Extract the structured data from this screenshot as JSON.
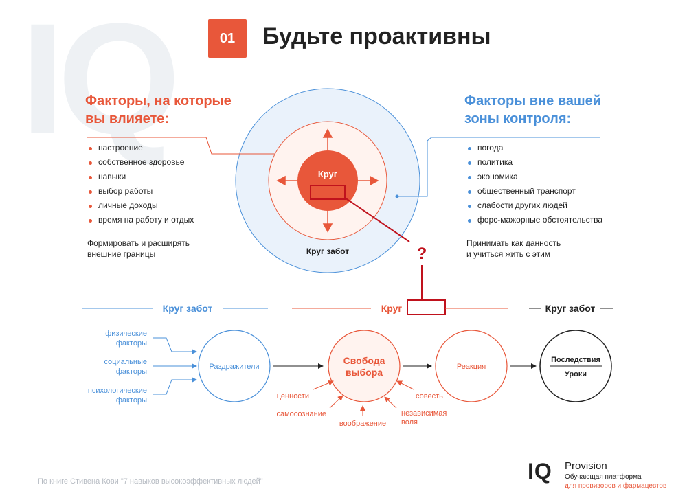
{
  "watermark": "IQ",
  "badge": "01",
  "title": "Будьте проактивны",
  "left": {
    "heading_line1": "Факторы, на которые",
    "heading_line2": "вы влияете:",
    "items": [
      "настроение",
      "собственное здоровье",
      "навыки",
      "выбор работы",
      "личные доходы",
      "время на работу и отдых"
    ],
    "note_line1": "Формировать и расширять",
    "note_line2": "внешние границы"
  },
  "right": {
    "heading_line1": "Факторы вне вашей",
    "heading_line2": "зоны контроля:",
    "items": [
      "погода",
      "политика",
      "экономика",
      "общественный транспорт",
      "слабости других людей",
      "форс-мажорные обстоятельства"
    ],
    "note_line1": "Принимать как данность",
    "note_line2": "и учиться жить с этим"
  },
  "circles": {
    "center_label": "Круг",
    "outer_label": "Круг забот",
    "question": "?"
  },
  "flow": {
    "section_left": "Круг забот",
    "section_mid": "Круг",
    "section_right": "Круг забот",
    "inputs": [
      {
        "line1": "физические",
        "line2": "факторы"
      },
      {
        "line1": "социальные",
        "line2": "факторы"
      },
      {
        "line1": "психологические",
        "line2": "факторы"
      }
    ],
    "stimuli": "Раздражители",
    "freedom_line1": "Свобода",
    "freedom_line2": "выбора",
    "reaction": "Реакция",
    "consequences": "Последствия",
    "lessons": "Уроки",
    "influences": {
      "values": "ценности",
      "self_awareness": "самосознание",
      "imagination": "воображение",
      "independent_line1": "независимая",
      "independent_line2": "воля",
      "conscience": "совесть"
    }
  },
  "footer": "По книге Стивена Кови \"7 навыков высокоэффективных людей\"",
  "brand": {
    "logo": "IQ",
    "name": "Provision",
    "subtitle1": "Обучающая платформа",
    "subtitle2": "для провизоров и фармацевтов"
  },
  "colors": {
    "accent": "#e8573a",
    "blue": "#4a90d9",
    "dark_red": "#c0121d",
    "outer_fill": "#eaf2fb"
  }
}
